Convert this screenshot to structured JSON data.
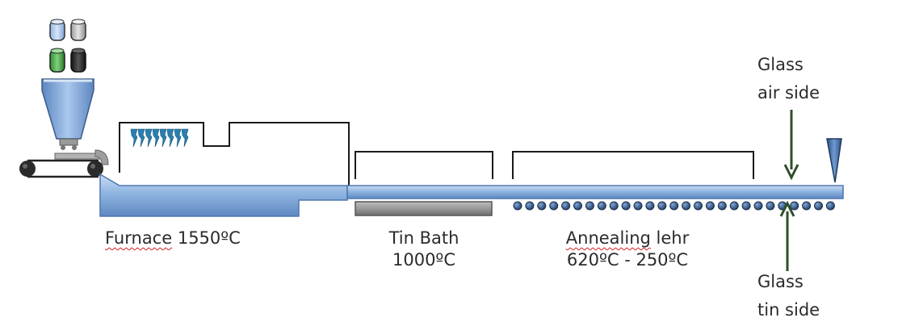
{
  "labels": {
    "furnace_word": "Furnace",
    "furnace_temp": " 1550ºC",
    "tin_bath_name": "Tin Bath",
    "tin_bath_temp": "1000ºC",
    "annealing_word": "Annealing",
    "annealing_rest": " lehr",
    "annealing_temp": "620ºC - 250ºC",
    "air_side_line1": "Glass",
    "air_side_line2": "air side",
    "tin_side_line1": "Glass",
    "tin_side_line2": "tin side"
  },
  "colors": {
    "glass_blue": "#8fb5e0",
    "glass_dark": "#4f77b0",
    "outline": "#1a1a1a",
    "arrow_green": "#2f4f2a",
    "tin": "#8c8c8c",
    "roller": "#2d4f7d"
  },
  "icons": {
    "raw_material_bins": "cylinder-icons",
    "hopper": "hopper-icon",
    "conveyor": "conveyor-icon",
    "burner_flames": "flame-icon",
    "cutter": "cutter-icon"
  }
}
